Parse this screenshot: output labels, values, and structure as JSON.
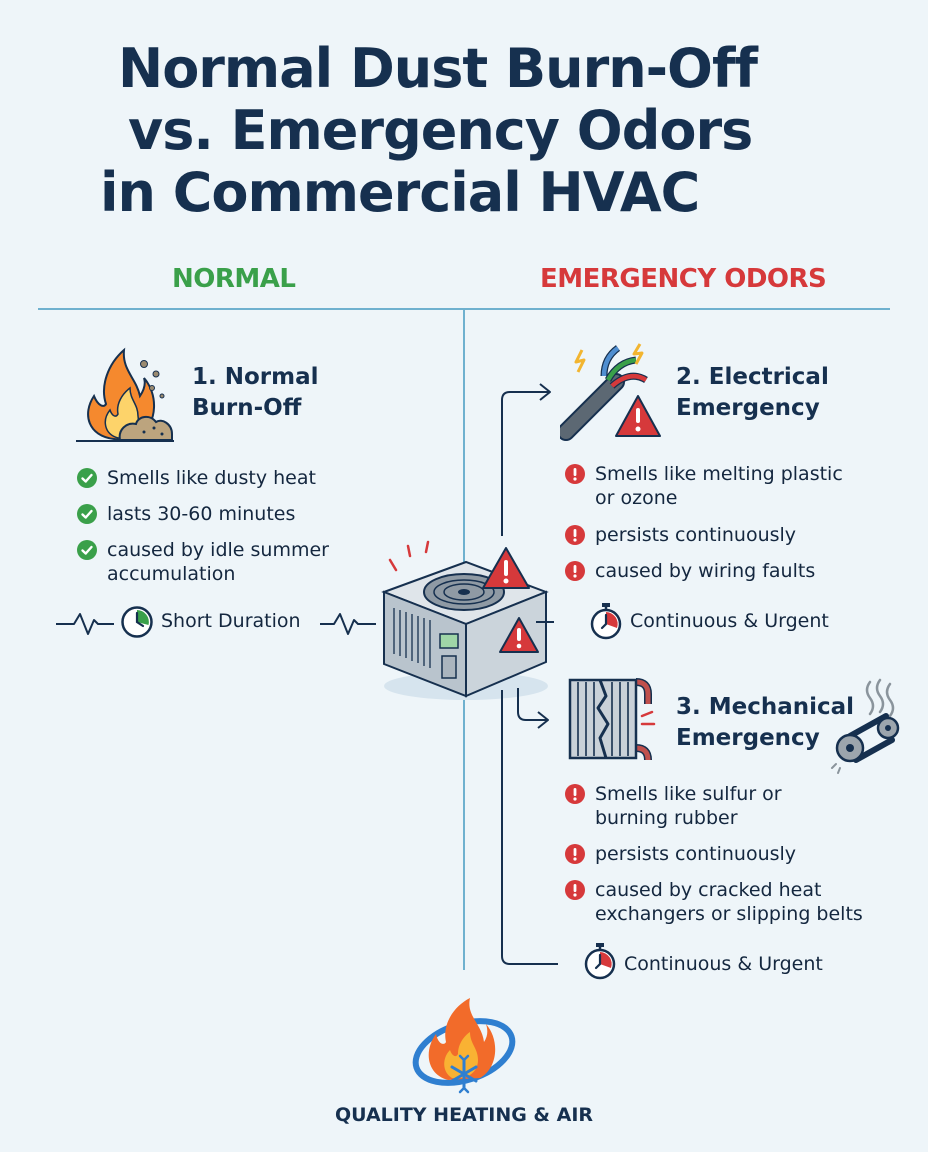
{
  "title": {
    "line1": "Normal Dust Burn-Off",
    "line2": "vs. Emergency Odors",
    "line3": "in Commercial HVAC"
  },
  "columns": {
    "normal": "NORMAL",
    "emergency": "EMERGENCY ODORS"
  },
  "normal_section": {
    "title_line1": "1. Normal",
    "title_line2": "Burn-Off",
    "items": [
      {
        "line1": "Smells like dusty heat",
        "line2": ""
      },
      {
        "line1": "lasts 30-60 minutes",
        "line2": ""
      },
      {
        "line1": "caused by idle summer",
        "line2": "accumulation"
      }
    ],
    "duration": "Short Duration",
    "icon_color": "#3aa04a"
  },
  "electrical_section": {
    "title_line1": "2. Electrical",
    "title_line2": "Emergency",
    "items": [
      {
        "line1": "Smells like melting plastic",
        "line2": "or ozone"
      },
      {
        "line1": "persists continuously",
        "line2": ""
      },
      {
        "line1": "caused by wiring faults",
        "line2": ""
      }
    ],
    "duration": "Continuous & Urgent",
    "icon_color": "#d6393b"
  },
  "mechanical_section": {
    "title_line1": "3. Mechanical",
    "title_line2": "Emergency",
    "items": [
      {
        "line1": "Smells like sulfur or",
        "line2": "burning rubber"
      },
      {
        "line1": "persists continuously",
        "line2": ""
      },
      {
        "line1": "caused by cracked heat",
        "line2": "exchangers or slipping belts"
      }
    ],
    "duration": "Continuous & Urgent"
  },
  "brand": {
    "name": "QUALITY HEATING & AIR"
  }
}
